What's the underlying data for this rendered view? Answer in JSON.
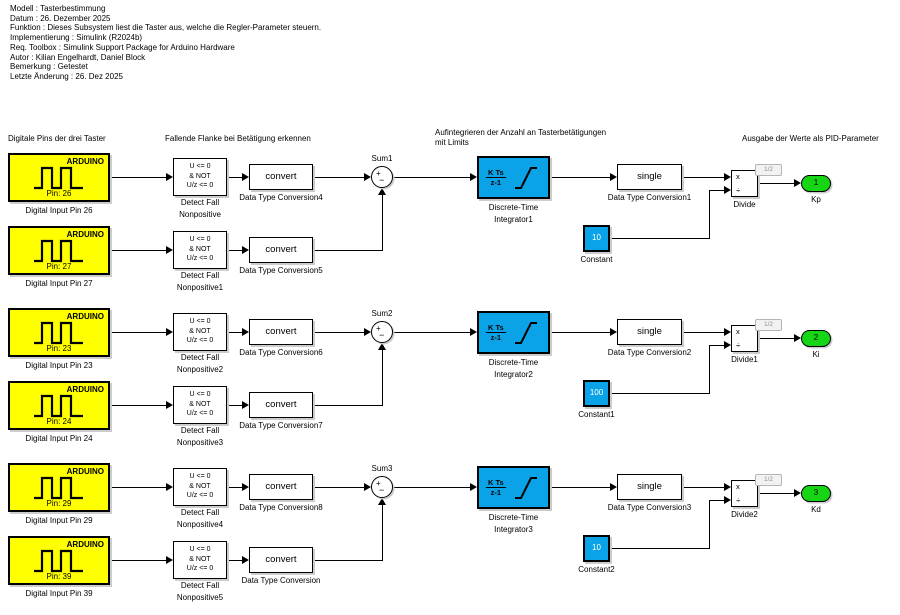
{
  "header": {
    "lines": [
      "Modell : Tasterbestimmung",
      "Datum : 26. Dezember 2025",
      "Funktion : Dieses Subsystem liest die Taster aus, welche die Regler-Parameter steuern.",
      "Implementierung : Simulink (R2024b)",
      "Req. Toolbox : Simulink Support Package for Arduino Hardware",
      "Autor : Kilian Engelhardt, Daniel Block",
      "Bemerkung : Getestet",
      "Letzte Änderung : 26. Dez 2025"
    ]
  },
  "captions": {
    "inputs": "Digitale Pins der drei Taster",
    "edge": "Fallende Flanke bei Betätigung erkennen",
    "integrate_line1": "Aufintegrieren der Anzahl an Tasterbetätigungen",
    "integrate_line2": "mit Limits",
    "output": "Ausgabe der Werte als PID-Parameter"
  },
  "colors": {
    "yellow": "#ffff00",
    "blue": "#0ba3e8",
    "green": "#15d515"
  },
  "rows": [
    {
      "input1": {
        "brand": "ARDUINO",
        "pin": "Pin: 26",
        "label": "Digital Input Pin 26"
      },
      "input2": {
        "brand": "ARDUINO",
        "pin": "Pin: 27",
        "label": "Digital Input Pin 27"
      },
      "detect1": {
        "line1": "U <= 0",
        "line2": "& NOT",
        "line3": "U/z <= 0",
        "label1": "Detect Fall",
        "label2": "Nonpositive"
      },
      "detect2": {
        "line1": "U <= 0",
        "line2": "& NOT",
        "line3": "U/z <= 0",
        "label1": "Detect Fall",
        "label2": "Nonpositive1"
      },
      "convert1": {
        "text": "convert",
        "label": "Data Type Conversion4"
      },
      "convert2": {
        "text": "convert",
        "label": "Data Type Conversion5"
      },
      "sum": {
        "label": "Sum1",
        "plus": "+",
        "minus": "−"
      },
      "integrator": {
        "num": "K Ts",
        "den": "z-1",
        "label1": "Discrete-Time",
        "label2": "Integrator1"
      },
      "single": {
        "text": "single",
        "label": "Data Type Conversion1"
      },
      "constant": {
        "value": "10",
        "label": "Constant"
      },
      "divide": {
        "top": "x",
        "bottom": "÷",
        "label": "Divide",
        "badge": "1/2"
      },
      "outport": {
        "number": "1",
        "label": "Kp"
      }
    },
    {
      "input1": {
        "brand": "ARDUINO",
        "pin": "Pin: 23",
        "label": "Digital Input Pin 23"
      },
      "input2": {
        "brand": "ARDUINO",
        "pin": "Pin: 24",
        "label": "Digital Input Pin 24"
      },
      "detect1": {
        "line1": "U <= 0",
        "line2": "& NOT",
        "line3": "U/z <= 0",
        "label1": "Detect Fall",
        "label2": "Nonpositive2"
      },
      "detect2": {
        "line1": "U <= 0",
        "line2": "& NOT",
        "line3": "U/z <= 0",
        "label1": "Detect Fall",
        "label2": "Nonpositive3"
      },
      "convert1": {
        "text": "convert",
        "label": "Data Type Conversion6"
      },
      "convert2": {
        "text": "convert",
        "label": "Data Type Conversion7"
      },
      "sum": {
        "label": "Sum2",
        "plus": "+",
        "minus": "−"
      },
      "integrator": {
        "num": "K Ts",
        "den": "z-1",
        "label1": "Discrete-Time",
        "label2": "Integrator2"
      },
      "single": {
        "text": "single",
        "label": "Data Type Conversion2"
      },
      "constant": {
        "value": "100",
        "label": "Constant1"
      },
      "divide": {
        "top": "x",
        "bottom": "÷",
        "label": "Divide1",
        "badge": "1/2"
      },
      "outport": {
        "number": "2",
        "label": "Ki"
      }
    },
    {
      "input1": {
        "brand": "ARDUINO",
        "pin": "Pin: 29",
        "label": "Digital Input Pin 29"
      },
      "input2": {
        "brand": "ARDUINO",
        "pin": "Pin: 39",
        "label": "Digital Input Pin 39"
      },
      "detect1": {
        "line1": "U <= 0",
        "line2": "& NOT",
        "line3": "U/z <= 0",
        "label1": "Detect Fall",
        "label2": "Nonpositive4"
      },
      "detect2": {
        "line1": "U <= 0",
        "line2": "& NOT",
        "line3": "U/z <= 0",
        "label1": "Detect Fall",
        "label2": "Nonpositive5"
      },
      "convert1": {
        "text": "convert",
        "label": "Data Type Conversion8"
      },
      "convert2": {
        "text": "convert",
        "label": "Data Type Conversion"
      },
      "sum": {
        "label": "Sum3",
        "plus": "+",
        "minus": "−"
      },
      "integrator": {
        "num": "K Ts",
        "den": "z-1",
        "label1": "Discrete-Time",
        "label2": "Integrator3"
      },
      "single": {
        "text": "single",
        "label": "Data Type Conversion3"
      },
      "constant": {
        "value": "10",
        "label": "Constant2"
      },
      "divide": {
        "top": "x",
        "bottom": "÷",
        "label": "Divide2",
        "badge": "1/2"
      },
      "outport": {
        "number": "3",
        "label": "Kd"
      }
    }
  ]
}
